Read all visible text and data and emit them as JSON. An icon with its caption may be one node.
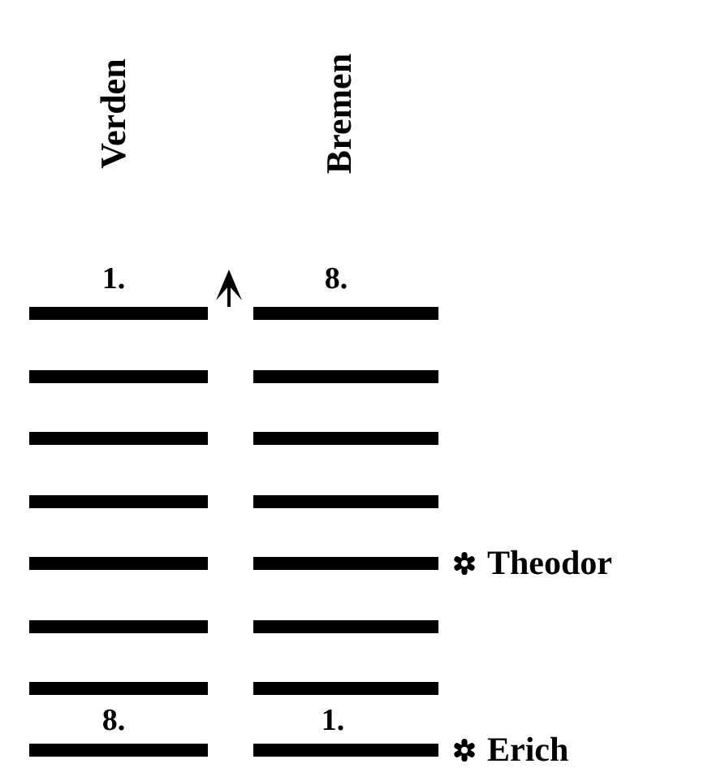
{
  "diagram": {
    "labels": [
      "Verden",
      "Bremen",
      "1.",
      "8.",
      "Theodor",
      "8.",
      "1.",
      "Erich"
    ]
  }
}
